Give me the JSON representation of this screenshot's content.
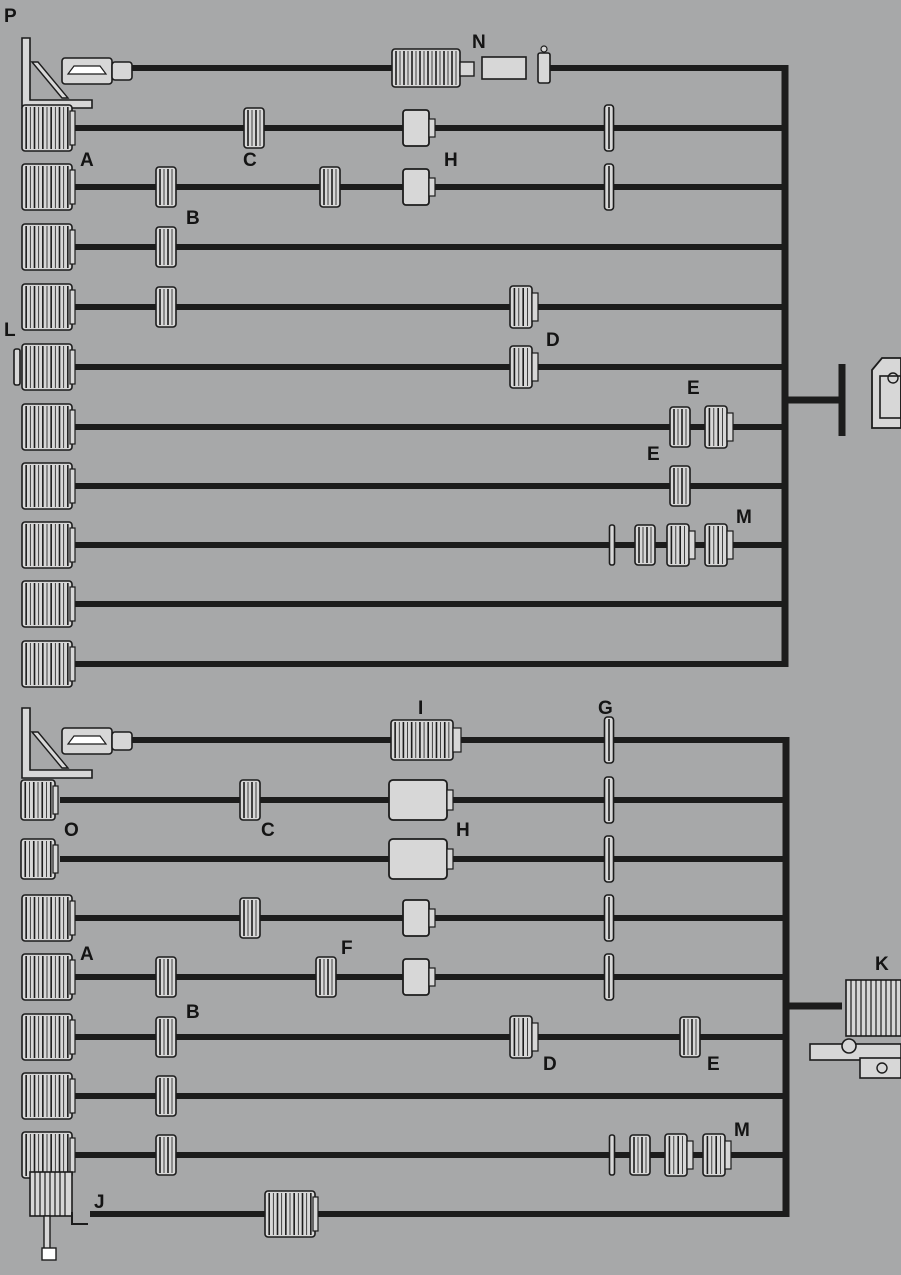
{
  "diagram": {
    "background": "#a7a8a9",
    "line_color": "#1c1c1c",
    "component_fill": "#d7d7d7",
    "top_group": {
      "rows": [
        {
          "source": "microscope-adapter",
          "parts": [
            "adapter-tube",
            "eyepiece-adapter",
            "short-tube",
            "small-ring"
          ]
        },
        {
          "source": "lens",
          "parts": [
            "ring",
            "square-adapter",
            "thin-ring"
          ]
        },
        {
          "source": "lens",
          "parts": [
            "ring",
            "ring",
            "square-adapter",
            "thin-ring"
          ]
        },
        {
          "source": "lens",
          "parts": [
            "ring"
          ]
        },
        {
          "source": "lens",
          "parts": [
            "ring",
            "extension-tube"
          ]
        },
        {
          "source": "lens-with-filter",
          "parts": [
            "extension-tube"
          ]
        },
        {
          "source": "lens",
          "parts": [
            "ring",
            "extension-tube"
          ]
        },
        {
          "source": "lens",
          "parts": [
            "ring"
          ]
        },
        {
          "source": "lens",
          "parts": [
            "disc",
            "ring",
            "extension-tube",
            "extension-tube"
          ]
        },
        {
          "source": "lens",
          "parts": []
        },
        {
          "source": "lens",
          "parts": []
        }
      ],
      "destination": "camera-body"
    },
    "bottom_group": {
      "rows": [
        {
          "source": "microscope-adapter",
          "parts": [
            "long-tube",
            "thin-ring"
          ]
        },
        {
          "source": "narrow-lens",
          "parts": [
            "ring",
            "long-tube",
            "thin-ring"
          ]
        },
        {
          "source": "narrow-lens",
          "parts": [
            "long-tube",
            "thin-ring"
          ]
        },
        {
          "source": "lens",
          "parts": [
            "ring",
            "square-adapter",
            "thin-ring"
          ]
        },
        {
          "source": "lens",
          "parts": [
            "ring",
            "ring",
            "square-adapter",
            "thin-ring"
          ]
        },
        {
          "source": "lens",
          "parts": [
            "ring",
            "extension-tube",
            "ring"
          ]
        },
        {
          "source": "lens",
          "parts": [
            "ring"
          ]
        },
        {
          "source": "lens",
          "parts": [
            "ring",
            "disc",
            "ring",
            "extension-tube",
            "extension-tube"
          ]
        },
        {
          "source": "bellows-lens",
          "parts": [
            "lens"
          ]
        }
      ],
      "destination": "bellows-unit"
    },
    "labels": {
      "P": "P",
      "N": "N",
      "A1": "A",
      "C1": "C",
      "H1": "H",
      "B1": "B",
      "L": "L",
      "D1": "D",
      "E1": "E",
      "E2": "E",
      "M1": "M",
      "I": "I",
      "G": "G",
      "O": "O",
      "C2": "C",
      "H2": "H",
      "A2": "A",
      "F": "F",
      "K": "K",
      "B2": "B",
      "D2": "D",
      "E3": "E",
      "M2": "M",
      "J": "J"
    }
  }
}
